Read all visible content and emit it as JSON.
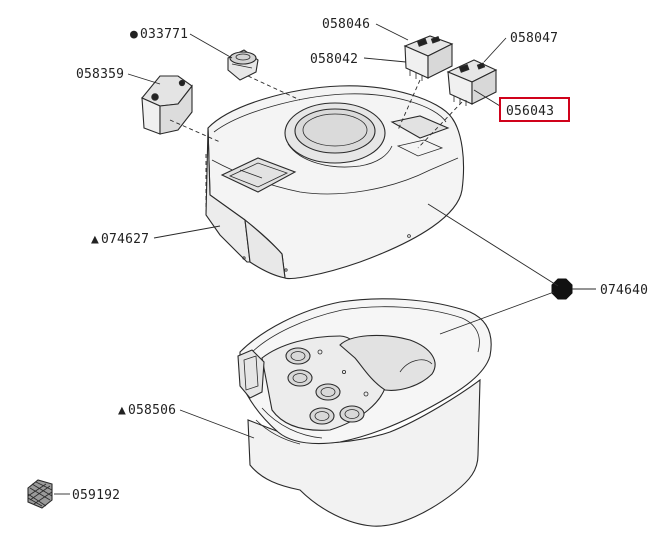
{
  "diagram": {
    "callouts": [
      {
        "id": "c1",
        "marker": "●",
        "text": "033771"
      },
      {
        "id": "c2",
        "text": "058046"
      },
      {
        "id": "c3",
        "text": "058042"
      },
      {
        "id": "c4",
        "text": "058047"
      },
      {
        "id": "c5",
        "text": "058359"
      },
      {
        "id": "c6",
        "text": "056043",
        "highlighted": true,
        "highlight_color": "#d0021b"
      },
      {
        "id": "c7",
        "marker": "▲",
        "text": "074627"
      },
      {
        "id": "c8",
        "text": "074640"
      },
      {
        "id": "c9",
        "marker": "▲",
        "text": "058506"
      },
      {
        "id": "c10",
        "text": "059192"
      }
    ]
  }
}
